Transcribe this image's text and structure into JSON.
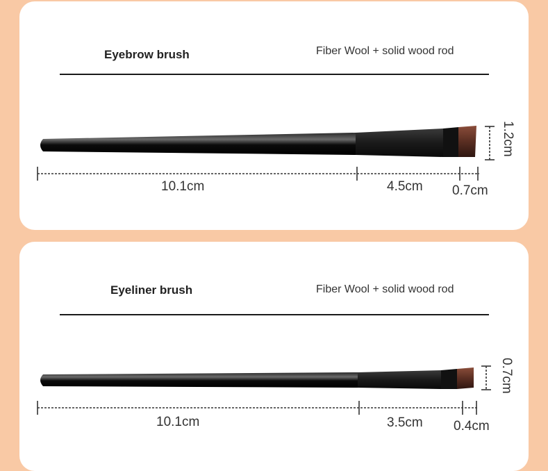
{
  "products": [
    {
      "title": "Eyebrow brush",
      "material": "Fiber Wool + solid wood rod",
      "measurements": {
        "handle": "10.1cm",
        "ferrule": "4.5cm",
        "bristle_length": "0.7cm",
        "bristle_width": "1.2cm"
      }
    },
    {
      "title": "Eyeliner brush",
      "material": "Fiber Wool + solid wood rod",
      "measurements": {
        "handle": "10.1cm",
        "ferrule": "3.5cm",
        "bristle_length": "0.4cm",
        "bristle_width": "0.7cm"
      }
    }
  ],
  "colors": {
    "background": "#f9c9a5",
    "card": "#ffffff",
    "handle": "#0d0d0d",
    "bristle": "#6b3a2c"
  }
}
